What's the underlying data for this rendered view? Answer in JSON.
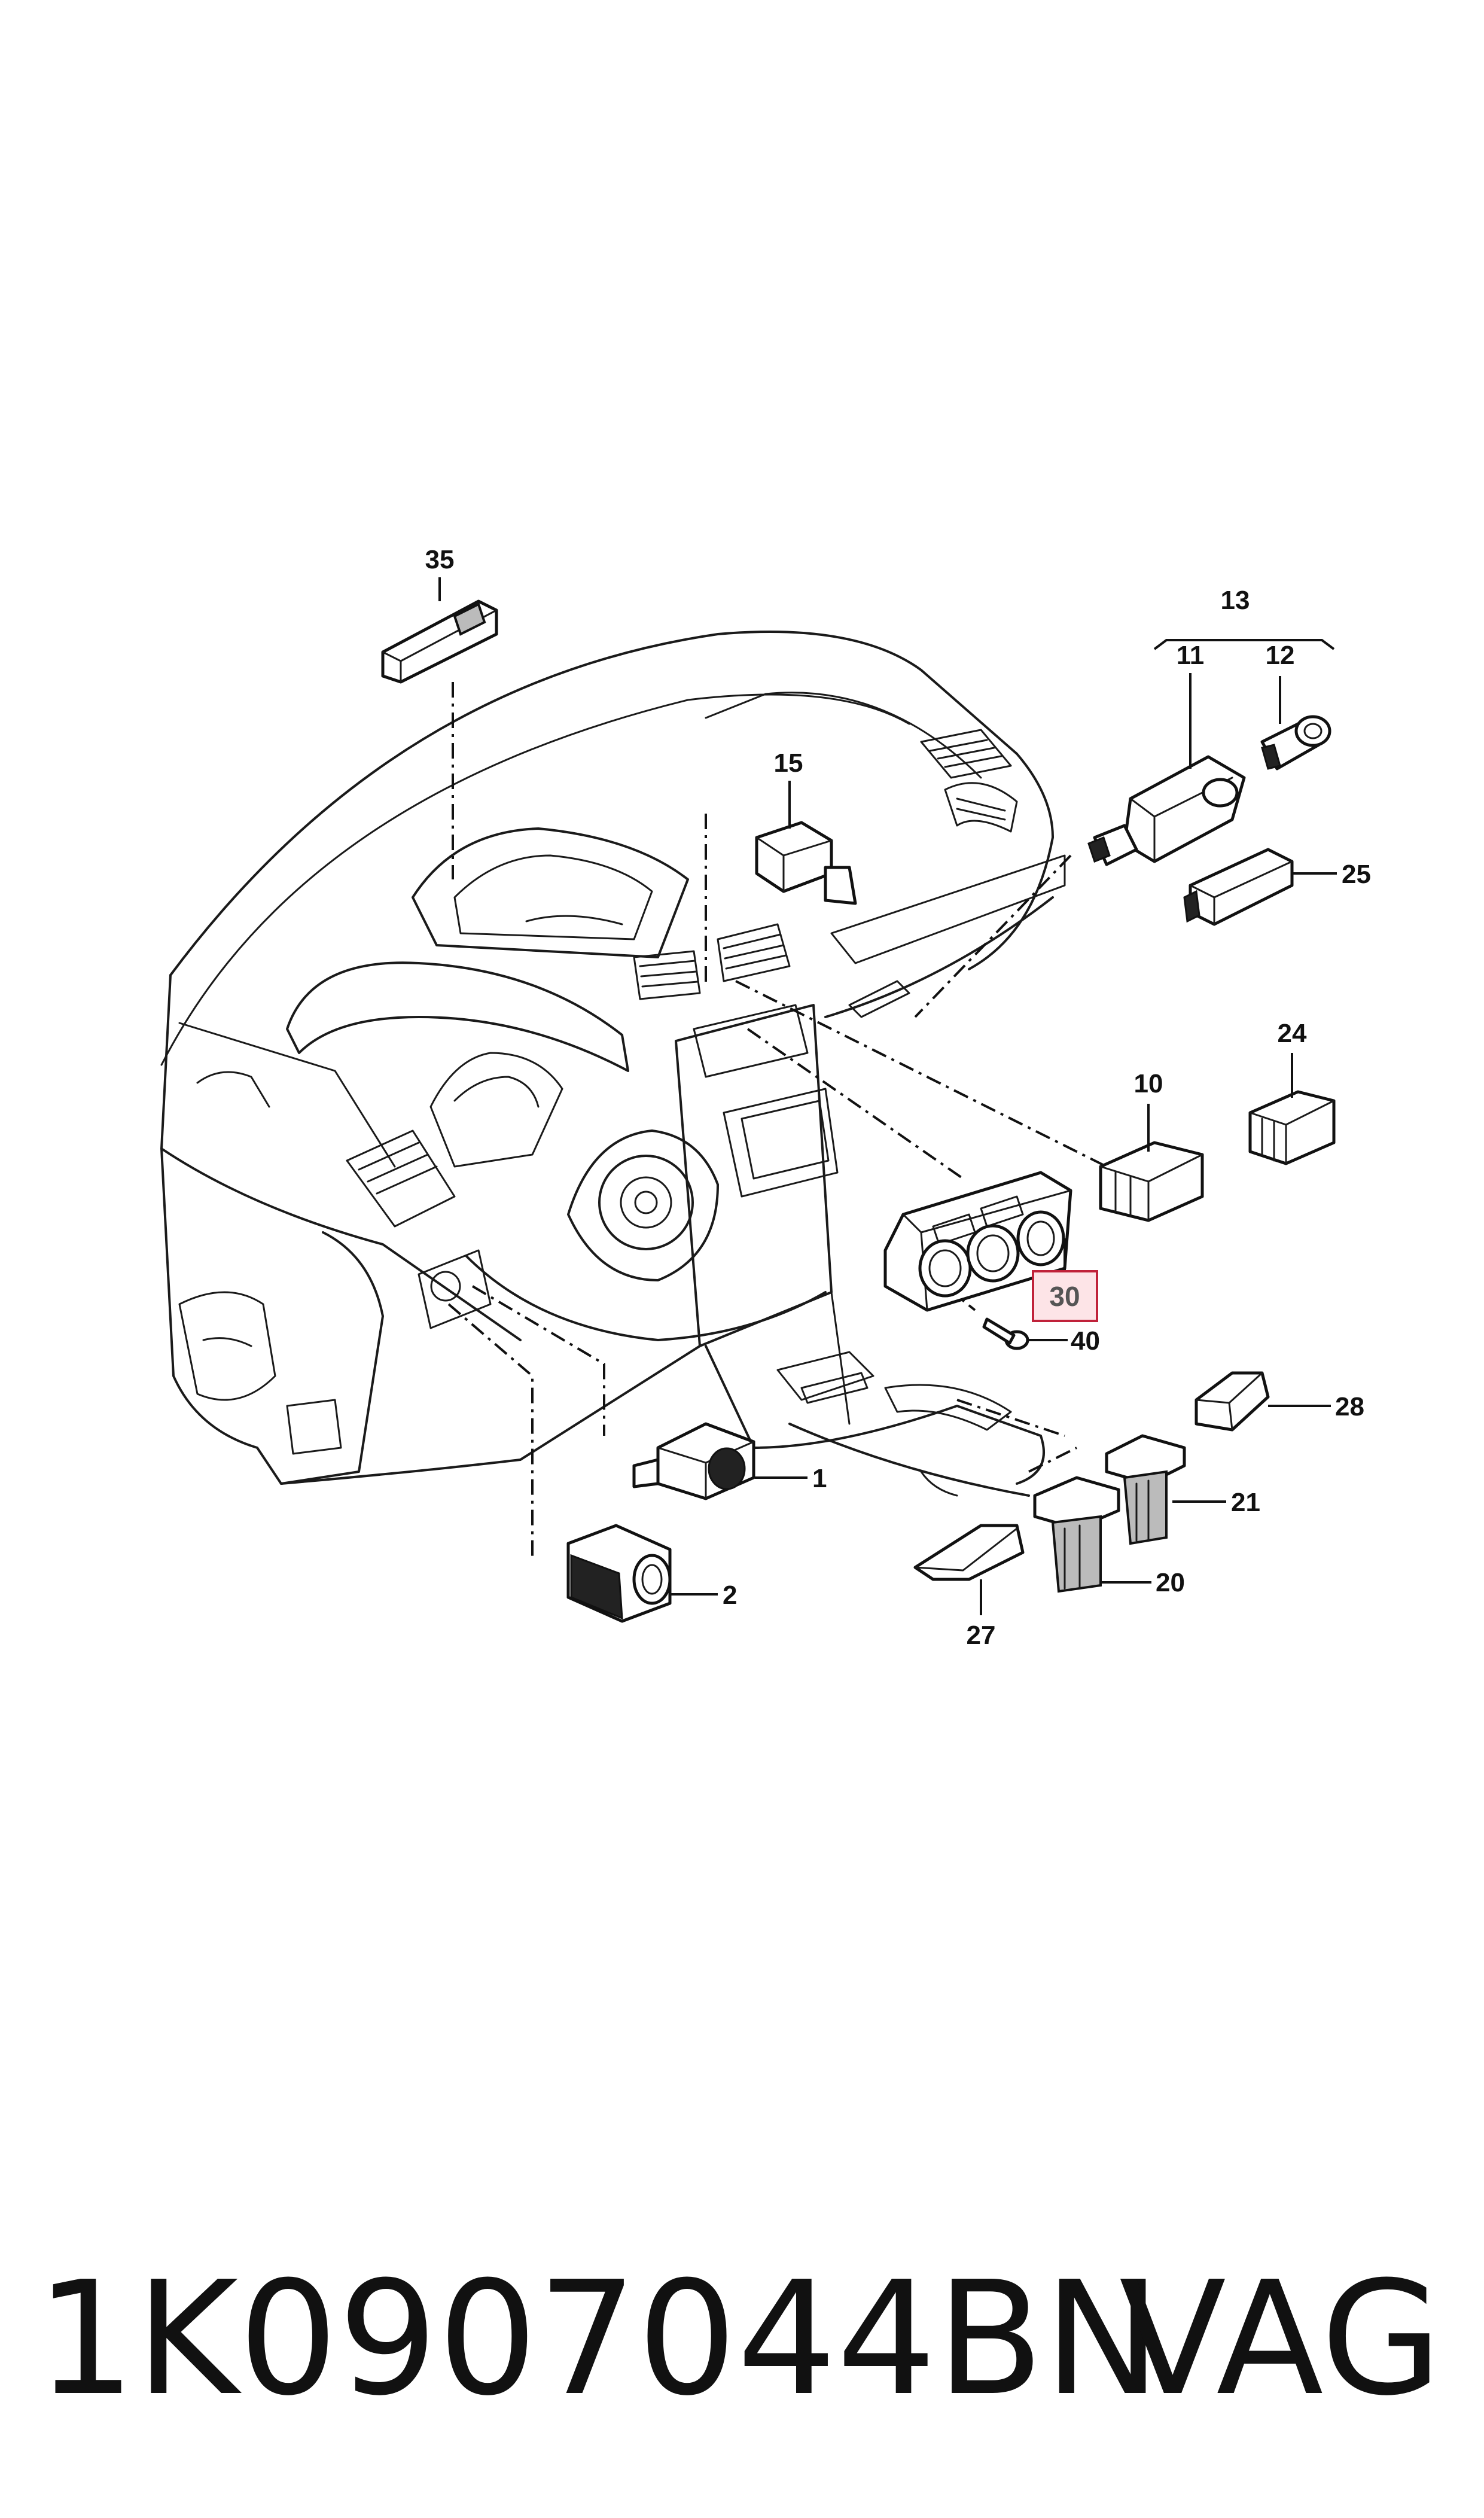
{
  "callouts": {
    "c35": "35",
    "c13": "13",
    "c11": "11",
    "c12": "12",
    "c15": "15",
    "c25": "25",
    "c24": "24",
    "c10": "10",
    "c30": "30",
    "c40": "40",
    "c28": "28",
    "c21": "21",
    "c20": "20",
    "c27": "27",
    "c1": "1",
    "c2": "2"
  },
  "highlighted_callout": "30",
  "colors": {
    "highlight_fill": "#fde4e7",
    "highlight_stroke": "#c0223a"
  },
  "caption": {
    "part_number": "1K0907044BN",
    "brand": "VAG"
  }
}
